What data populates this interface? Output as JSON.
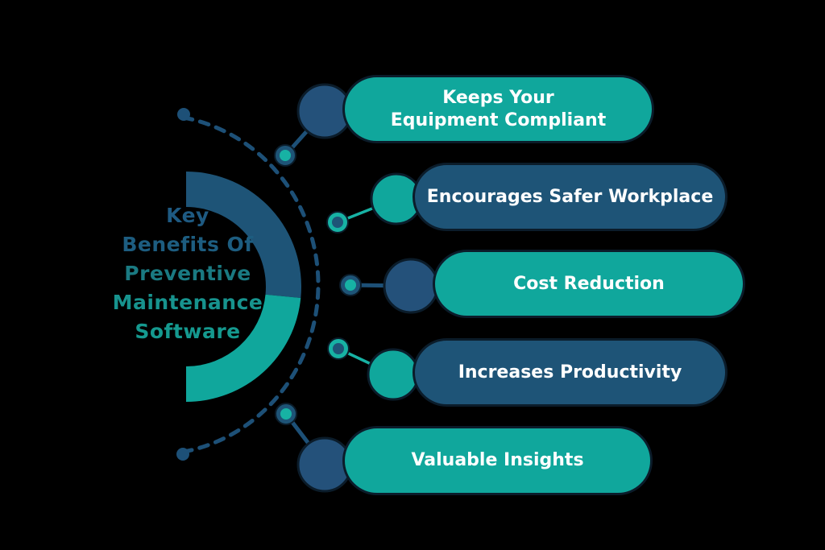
{
  "palette": {
    "background": "#000000",
    "teal": "#10A79C",
    "dark": "#1E5477",
    "circleDark": "#24517A",
    "nodeTeal": "#17B2A4",
    "outline": "#0B1C2A",
    "arc": "#1D5077",
    "text": "#FFFFFF"
  },
  "title": {
    "lines": [
      {
        "text": "Key",
        "color": "#1E5A82"
      },
      {
        "text": "Benefits Of",
        "color": "#1D5D80"
      },
      {
        "text": "Preventive",
        "color": "#1A7A82"
      },
      {
        "text": "Maintenance",
        "color": "#17938E"
      },
      {
        "text": "Software",
        "color": "#15998F"
      }
    ]
  },
  "benefits": [
    {
      "lines": [
        "Keeps Your",
        "Equipment Compliant"
      ]
    },
    {
      "lines": [
        "Encourages Safer Workplace"
      ]
    },
    {
      "lines": [
        "Cost Reduction"
      ]
    },
    {
      "lines": [
        "Increases Productivity"
      ]
    },
    {
      "lines": [
        "Valuable Insights"
      ]
    }
  ]
}
